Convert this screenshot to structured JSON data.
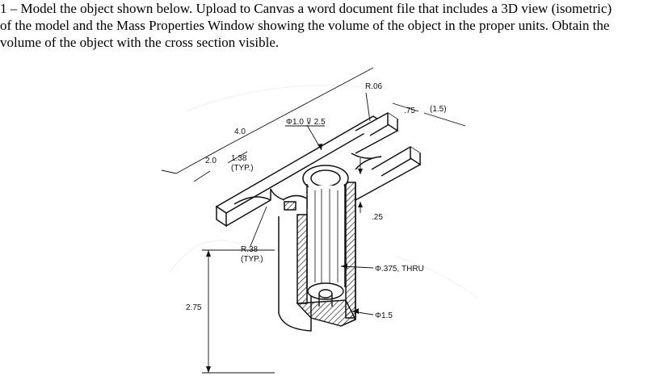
{
  "instructions": {
    "line1": "1 – Model the object shown below. Upload to Canvas a word document file that includes a 3D view (isometric)",
    "line2": "of the model and the Mass Properties Window showing the volume of the object in the proper units. Obtain the",
    "line3": "volume of the object with the cross section visible."
  },
  "drawing": {
    "dim_r06": "R.06",
    "dim_75": ".75",
    "dim_15": "(1.5)",
    "dim_hole_top": "Φ1.0 ⊽ 2.5",
    "dim_40": "4.0",
    "dim_20": "2.0",
    "dim_138": "1.38",
    "dim_138_typ": "(TYP.)",
    "dim_25": ".25",
    "dim_r38": "R.38",
    "dim_r38_typ": "(TYP.)",
    "dim_hole_thru": "Φ.375, THRU",
    "dim_275": "2.75",
    "dim_15_dia": "Φ1.5"
  }
}
